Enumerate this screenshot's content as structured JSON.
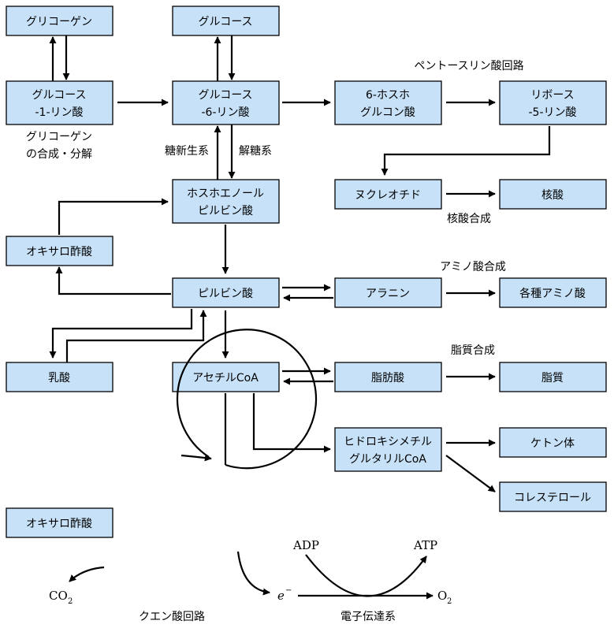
{
  "nodes": {
    "glycogen": [
      "グリコーゲン"
    ],
    "glucose": [
      "グルコース"
    ],
    "g1p": [
      "グルコース",
      "-1-リン酸"
    ],
    "g6p": [
      "グルコース",
      "-6-リン酸"
    ],
    "pgluconate": [
      "6-ホスホ",
      "グルコン酸"
    ],
    "ribose5p": [
      "リボース",
      "-5-リン酸"
    ],
    "nucleotide": [
      "ヌクレオチド"
    ],
    "nucleic_acid": [
      "核酸"
    ],
    "pep": [
      "ホスホエノール",
      "ピルビン酸"
    ],
    "oxaloacetate_top": [
      "オキサロ酢酸"
    ],
    "pyruvate": [
      "ピルビン酸"
    ],
    "alanine": [
      "アラニン"
    ],
    "amino_acids": [
      "各種アミノ酸"
    ],
    "lactate": [
      "乳酸"
    ],
    "acetyl_coa": [
      "アセチルCoA"
    ],
    "fatty_acid": [
      "脂肪酸"
    ],
    "lipid": [
      "脂質"
    ],
    "hmg_coa": [
      "ヒドロキシメチル",
      "グルタリルCoA"
    ],
    "ketone_body": [
      "ケトン体"
    ],
    "cholesterol": [
      "コレステロール"
    ],
    "oxaloacetate_cycle": [
      "オキサロ酢酸"
    ]
  },
  "labels": {
    "glycogen_synthesis": [
      "グリコーゲン",
      "の合成・分解"
    ],
    "gluconeogenesis": "糖新生系",
    "glycolysis": "解糖系",
    "pentose_phosphate": "ペントースリン酸回路",
    "nucleic_synthesis": "核酸合成",
    "amino_synthesis": "アミノ酸合成",
    "lipid_synthesis": "脂質合成",
    "citric_cycle": "クエン酸回路",
    "etc": "電子伝達系",
    "co2": "CO",
    "co2_sub": "2",
    "electron": "e",
    "electron_sup": "−",
    "adp": "ADP",
    "atp": "ATP",
    "o2": "O",
    "o2_sub": "2"
  }
}
